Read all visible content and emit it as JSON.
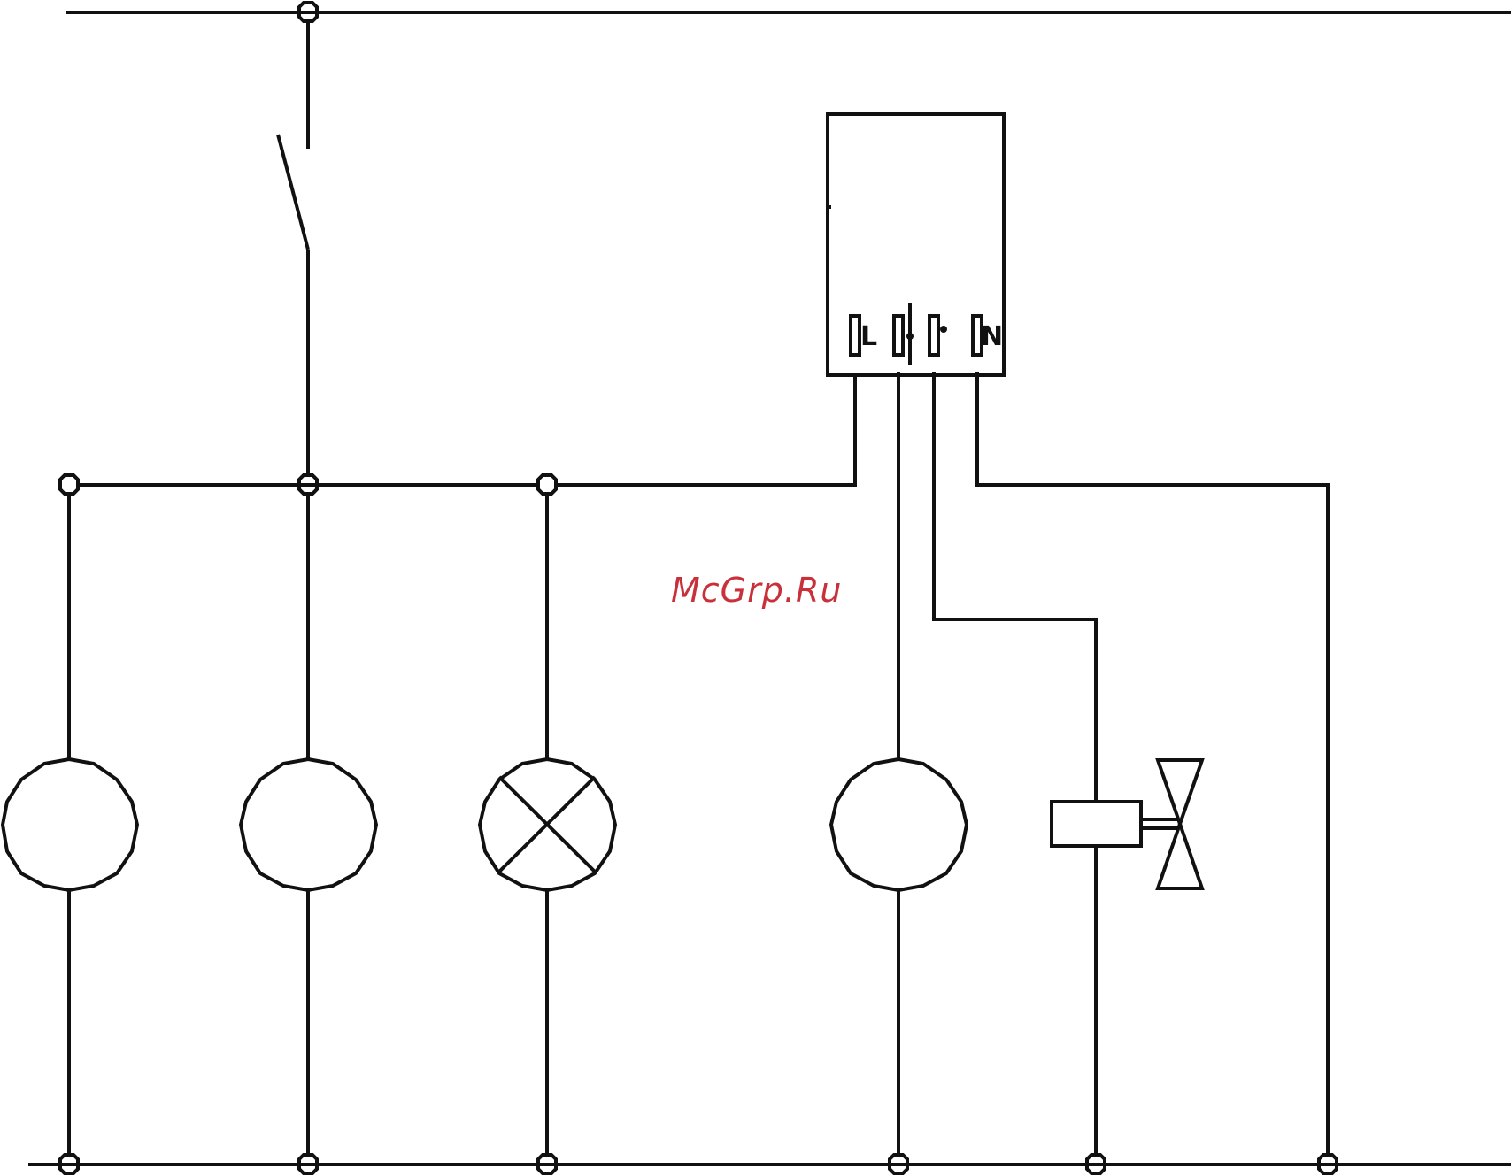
{
  "diagram": {
    "watermark": "McGrp.Ru",
    "colors": {
      "line": "#111111",
      "watermark": "#c8303a",
      "background": "#ffffff"
    },
    "controller": {
      "terminals": [
        {
          "id": "t1",
          "label": "L"
        },
        {
          "id": "t2",
          "label": ""
        },
        {
          "id": "t3",
          "label": ""
        },
        {
          "id": "t4",
          "label": "N"
        }
      ]
    },
    "loads": [
      {
        "id": "load-1",
        "symbol": "circle"
      },
      {
        "id": "load-2",
        "symbol": "circle"
      },
      {
        "id": "load-3",
        "symbol": "lamp-cross"
      },
      {
        "id": "load-4",
        "symbol": "circle"
      },
      {
        "id": "load-5",
        "symbol": "valve-coil"
      }
    ],
    "switch": {
      "state": "open"
    }
  }
}
